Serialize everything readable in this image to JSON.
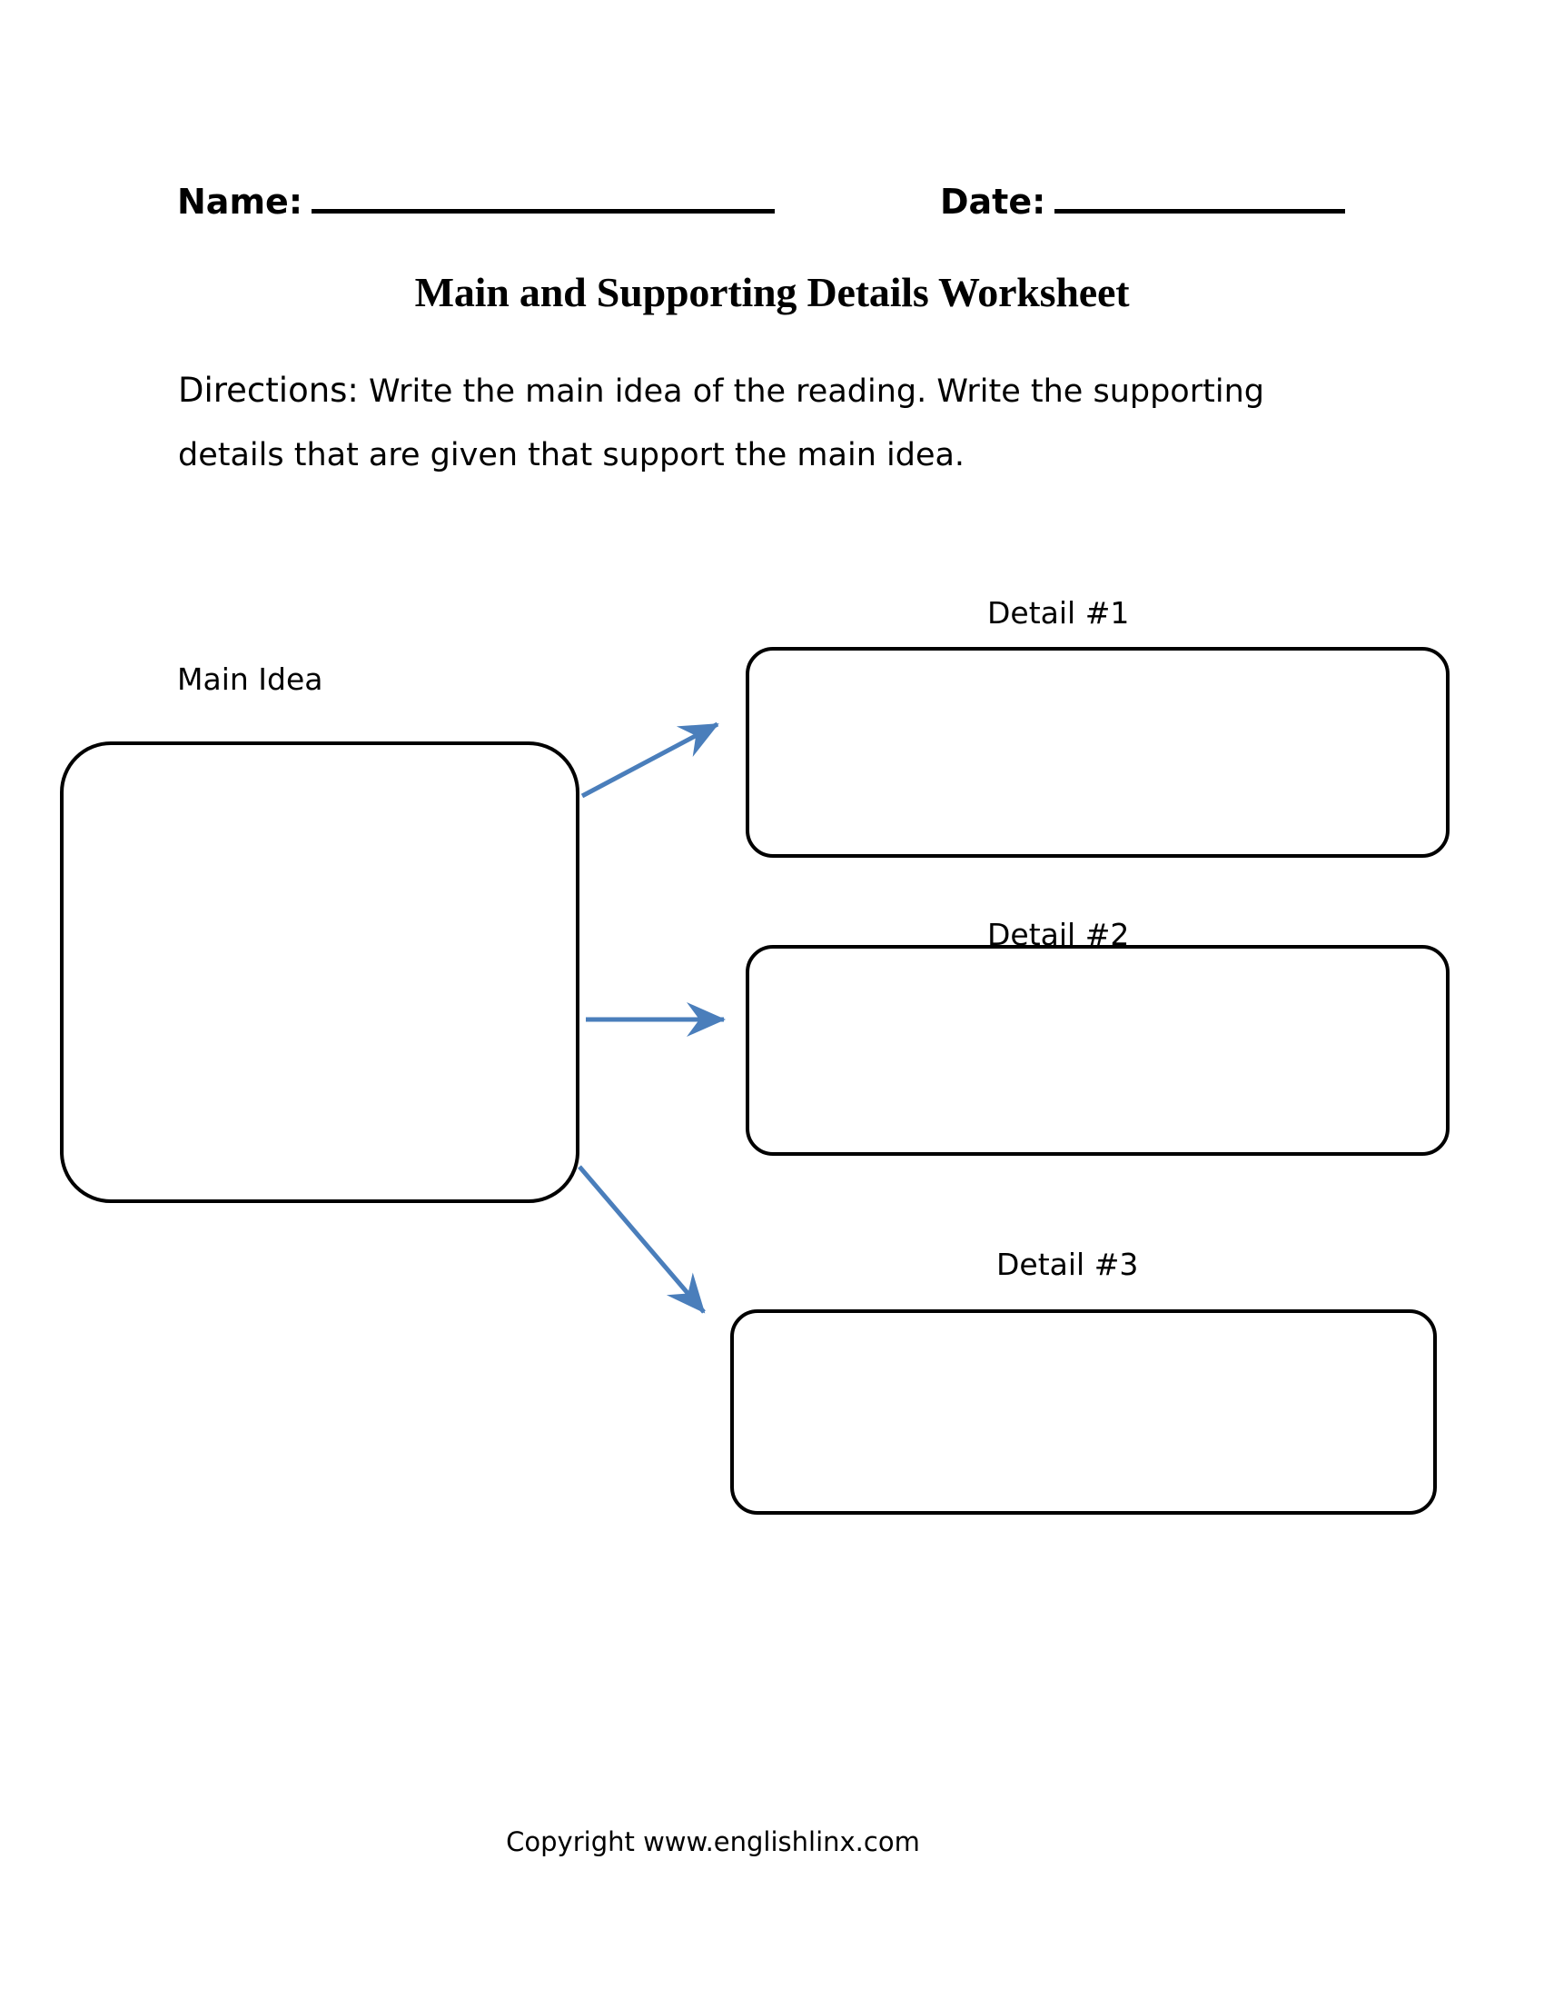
{
  "page": {
    "background_color": "#ffffff",
    "ink_color": "#000000",
    "arrow_color": "#4A7EBB"
  },
  "header": {
    "name_label": "Name:",
    "name_value": "",
    "date_label": "Date:",
    "date_value": ""
  },
  "title": "Main and Supporting Details Worksheet",
  "directions": {
    "lead": "Directions:",
    "body": " Write the main idea of the reading. Write the supporting details that are given that support the main idea."
  },
  "diagram": {
    "type": "main-idea-and-details-graphic-organizer",
    "main": {
      "caption": "Main Idea",
      "value": ""
    },
    "details": [
      {
        "caption": "Detail #1",
        "value": ""
      },
      {
        "caption": "Detail #2",
        "value": ""
      },
      {
        "caption": "Detail #3",
        "value": ""
      }
    ],
    "connectors": [
      {
        "from": "main-idea-box",
        "to": "detail-1-box",
        "style": "arrow",
        "direction": "up-right"
      },
      {
        "from": "main-idea-box",
        "to": "detail-2-box",
        "style": "arrow",
        "direction": "right"
      },
      {
        "from": "main-idea-box",
        "to": "detail-3-box",
        "style": "arrow",
        "direction": "down-right"
      }
    ]
  },
  "footer": {
    "copyright": "Copyright www.englishlinx.com"
  }
}
